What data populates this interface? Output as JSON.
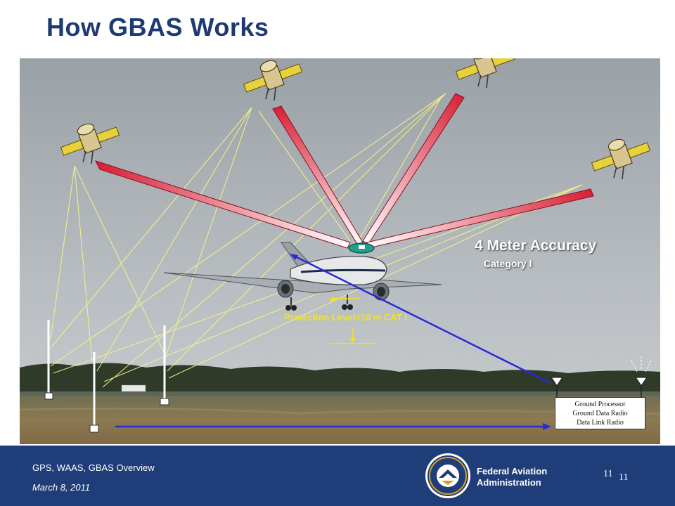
{
  "slide": {
    "title": "How GBAS Works",
    "accuracy_label": "4 Meter Accuracy",
    "category_label": "Category I",
    "protection_label": "Protection Level=10 m CAT I",
    "ground_station": {
      "lines": [
        "Ground Processor",
        "Ground Data Radio",
        "Data Link Radio"
      ]
    }
  },
  "footer": {
    "presentation": "GPS, WAAS, GBAS Overview",
    "date": "March 8, 2011",
    "agency_line1": "Federal Aviation",
    "agency_line2": "Administration",
    "page_number": "11",
    "page_number_overlay": "11"
  },
  "colors": {
    "title": "#1f3a73",
    "footer_bg": "#1f3d79",
    "signal_red": "#d9263a",
    "yellow_lines": "#f5f08a",
    "uplink_blue": "#2a2ad6",
    "protection_text": "#f2e324"
  },
  "icons": [
    "satellite-icon",
    "airplane-icon",
    "antenna-icon",
    "reference-receiver-icon",
    "faa-seal-icon"
  ]
}
